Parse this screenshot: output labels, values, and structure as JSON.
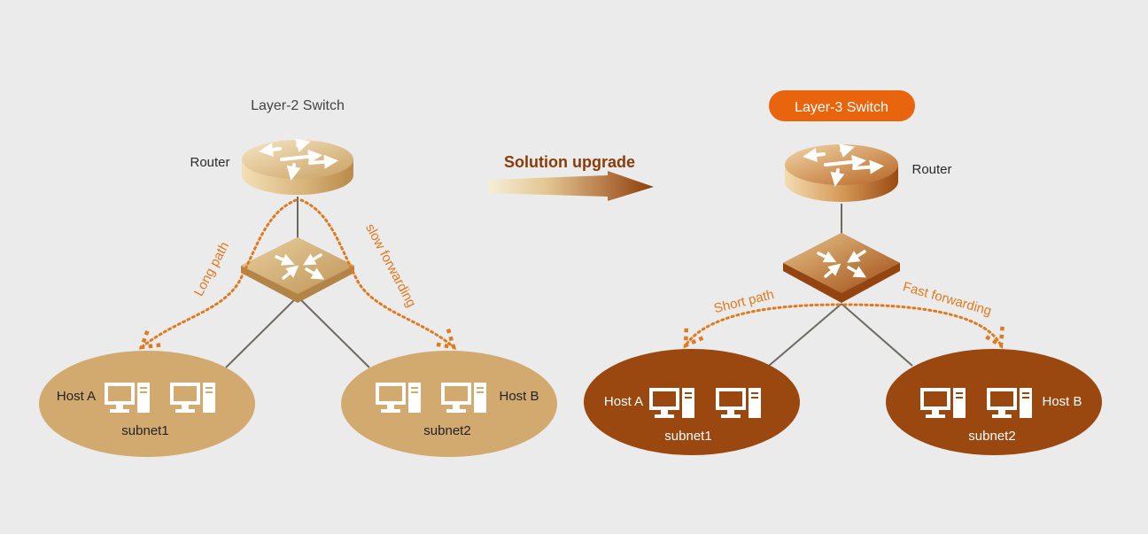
{
  "left": {
    "title": "Layer-2 Switch",
    "router_label": "Router",
    "path_left_label": "Long path",
    "path_right_label": "slow forwarding",
    "subnet1": {
      "host_label": "Host A",
      "name": "subnet1"
    },
    "subnet2": {
      "host_label": "Host B",
      "name": "subnet2"
    }
  },
  "upgrade": {
    "label": "Solution upgrade"
  },
  "right": {
    "title": "Layer-3 Switch",
    "router_label": "Router",
    "path_left_label": "Short path",
    "path_right_label": "Fast forwarding",
    "subnet1": {
      "host_label": "Host A",
      "name": "subnet1"
    },
    "subnet2": {
      "host_label": "Host B",
      "name": "subnet2"
    }
  },
  "colors": {
    "background": "#ebebeb",
    "l2_fill": "#d2aa70",
    "l3_fill": "#9a4810",
    "accent_orange": "#e8650e",
    "dotted_path": "#e07a1e",
    "upgrade_text": "#8a3b08",
    "link_line": "#6e6a62"
  }
}
